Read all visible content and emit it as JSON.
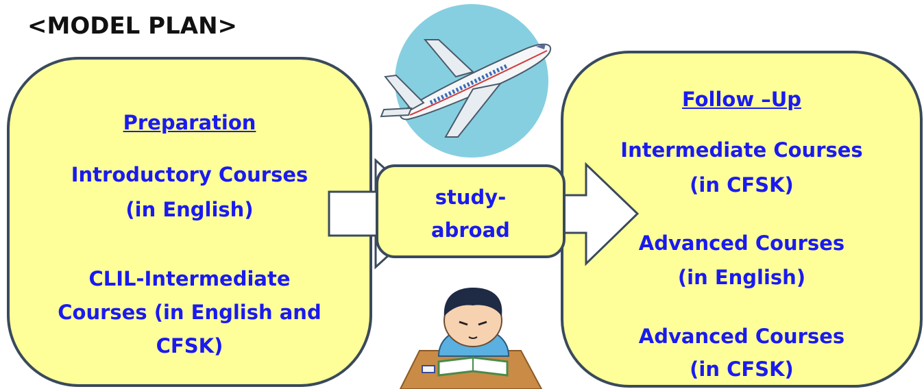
{
  "title": "<MODEL PLAN>",
  "left": {
    "heading": "Preparation",
    "item1_line1": "Introductory Courses",
    "item1_line2": "(in English)",
    "item2_line1": "CLIL-Intermediate",
    "item2_line2": "Courses (in English and",
    "item2_line3": "CFSK)"
  },
  "middle": {
    "line1": "study-",
    "line2": "abroad"
  },
  "right": {
    "heading": "Follow –Up",
    "item1_line1": "Intermediate Courses",
    "item1_line2": "(in CFSK)",
    "item2_line1": "Advanced Courses",
    "item2_line2": "(in English)",
    "item3_line1": "Advanced Courses",
    "item3_line2": "(in CFSK)"
  },
  "colors": {
    "box_fill": "#ffff99",
    "border": "#3a4a5c",
    "text": "#1a1af0",
    "sky": "#86cfe0"
  },
  "icons": [
    "airplane-icon",
    "studying-student-icon"
  ]
}
